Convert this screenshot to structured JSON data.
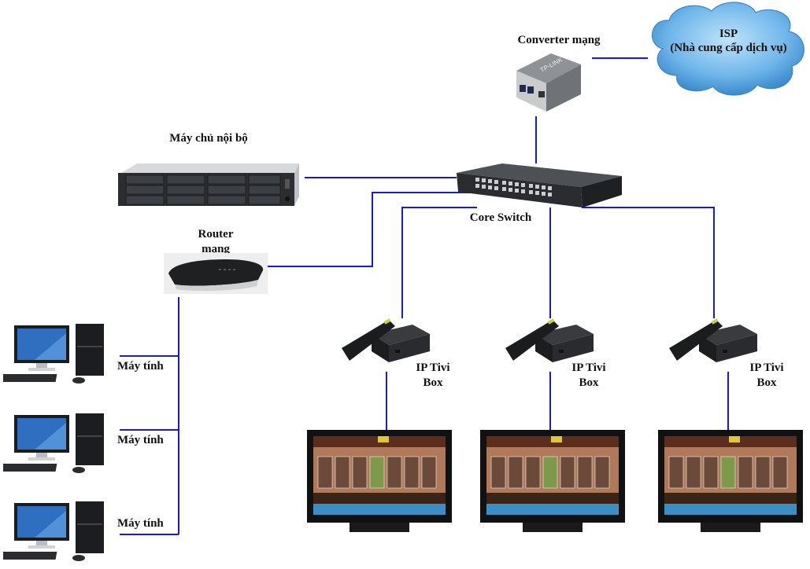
{
  "diagram": {
    "type": "network-topology",
    "link_color": "#1a1ad6",
    "nodes": {
      "isp": {
        "label_line1": "ISP",
        "label_line2": "(Nhà cung cấp dịch vụ)",
        "icon": "cloud-icon",
        "color": "#4a9fe0"
      },
      "converter": {
        "label": "Converter mạng",
        "icon": "media-converter-icon",
        "brand_text": "TP-LINK"
      },
      "server": {
        "label": "Máy chủ nội bộ",
        "icon": "rack-server-icon"
      },
      "core_switch": {
        "label": "Core Switch",
        "icon": "network-switch-icon"
      },
      "router": {
        "label_line1": "Router",
        "label_line2": "mạng",
        "icon": "router-icon"
      },
      "computers": [
        {
          "label": "Máy tính",
          "icon": "desktop-computer-icon"
        },
        {
          "label": "Máy tính",
          "icon": "desktop-computer-icon"
        },
        {
          "label": "Máy tính",
          "icon": "desktop-computer-icon"
        }
      ],
      "ip_tv_boxes": [
        {
          "label_line1": "IP Tivi",
          "label_line2": "Box",
          "icon": "set-top-box-icon"
        },
        {
          "label_line1": "IP Tivi",
          "label_line2": "Box",
          "icon": "set-top-box-icon"
        },
        {
          "label_line1": "IP Tivi",
          "label_line2": "Box",
          "icon": "set-top-box-icon"
        }
      ],
      "tvs": [
        {
          "icon": "television-icon"
        },
        {
          "icon": "television-icon"
        },
        {
          "icon": "television-icon"
        }
      ]
    },
    "links": [
      {
        "from": "isp",
        "to": "converter"
      },
      {
        "from": "converter",
        "to": "core_switch"
      },
      {
        "from": "server",
        "to": "core_switch"
      },
      {
        "from": "router",
        "to": "core_switch"
      },
      {
        "from": "core_switch",
        "to": "ip_tv_box_1"
      },
      {
        "from": "core_switch",
        "to": "ip_tv_box_2"
      },
      {
        "from": "core_switch",
        "to": "ip_tv_box_3"
      },
      {
        "from": "ip_tv_box_1",
        "to": "tv_1"
      },
      {
        "from": "ip_tv_box_2",
        "to": "tv_2"
      },
      {
        "from": "ip_tv_box_3",
        "to": "tv_3"
      },
      {
        "from": "router",
        "to": "computer_1"
      },
      {
        "from": "router",
        "to": "computer_2"
      },
      {
        "from": "router",
        "to": "computer_3"
      }
    ]
  }
}
